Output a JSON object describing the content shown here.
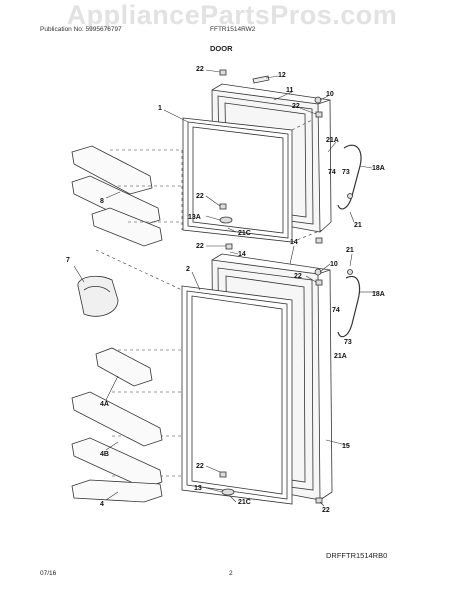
{
  "watermark": "AppliancePartsPros.com",
  "header": {
    "publication": "Publication No: 5995676797",
    "model": "FFTR1514RW2"
  },
  "title": "DOOR",
  "callouts": {
    "c22a": "22",
    "c12": "12",
    "c1": "1",
    "c11": "11",
    "c22b": "22",
    "c10a": "10",
    "c21Aa": "21A",
    "c18Aa": "18A",
    "c74a": "74",
    "c73a": "73",
    "c8": "8",
    "c22c": "22",
    "c13A": "13A",
    "c21Ca": "21C",
    "c21a": "21",
    "c22d": "22",
    "c14a": "14",
    "c14b": "14",
    "c21b": "21",
    "c7": "7",
    "c2": "2",
    "c22e": "22",
    "c10b": "10",
    "c18Ab": "18A",
    "c74b": "74",
    "c73b": "73",
    "c21Ab": "21A",
    "c4A": "4A",
    "c15": "15",
    "c4B": "4B",
    "c22f": "22",
    "c13": "13",
    "c4": "4",
    "c21Cb": "21C",
    "c22g": "22"
  },
  "footer": {
    "diagram_code": "DRFFTR1514RB0",
    "date": "07/16",
    "page": "2"
  }
}
